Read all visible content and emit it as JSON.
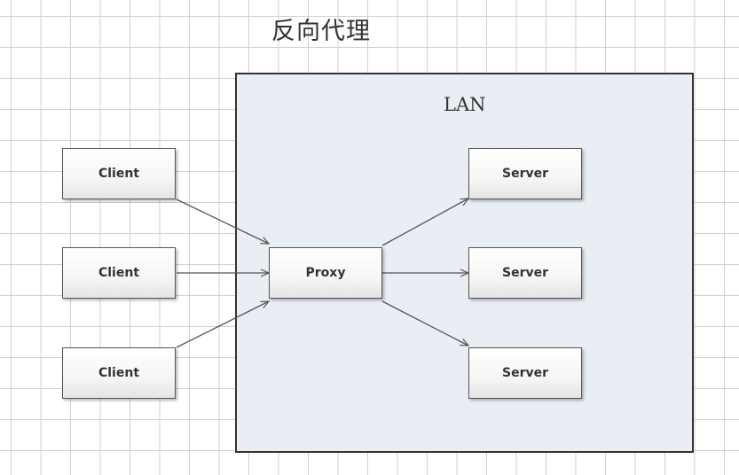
{
  "diagram": {
    "title": "反向代理",
    "lan_label": "LAN",
    "clients": [
      {
        "label": "Client"
      },
      {
        "label": "Client"
      },
      {
        "label": "Client"
      }
    ],
    "proxy": {
      "label": "Proxy"
    },
    "servers": [
      {
        "label": "Server"
      },
      {
        "label": "Server"
      },
      {
        "label": "Server"
      }
    ],
    "colors": {
      "lan_fill": "#e9edf4",
      "border": "#333333",
      "arrow": "#555555",
      "grid": "#d0d0d0"
    }
  }
}
